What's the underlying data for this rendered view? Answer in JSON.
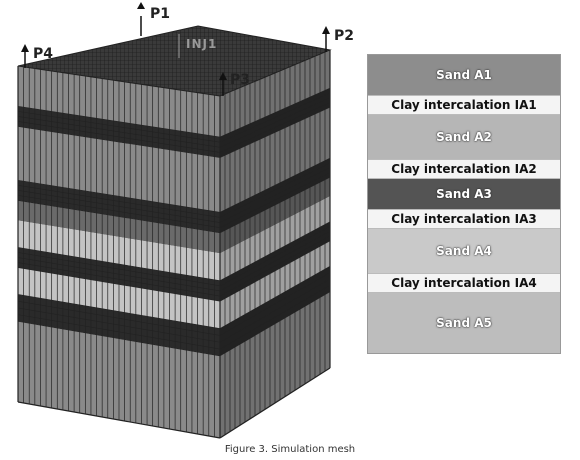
{
  "wells": [
    {
      "id": "p1",
      "label": "P1"
    },
    {
      "id": "p2",
      "label": "P2"
    },
    {
      "id": "p3",
      "label": "P3"
    },
    {
      "id": "p4",
      "label": "P4"
    }
  ],
  "marker": {
    "label": "INJ1"
  },
  "mesh_colors": {
    "top": "#3a3a3a",
    "dark_band": "#2a2a2a",
    "light_band": "#c4c4c4",
    "mid_band": "#8a8a8a",
    "grid_line": "#222222"
  },
  "legend": {
    "layers": [
      {
        "label": "Sand A1",
        "kind": "sand",
        "color": "#8d8d8d"
      },
      {
        "label": "Clay intercalation IA1",
        "kind": "clay",
        "color": "#f4f4f4"
      },
      {
        "label": "Sand A2",
        "kind": "sand",
        "color": "#b6b6b6"
      },
      {
        "label": "Clay intercalation IA2",
        "kind": "clay",
        "color": "#f4f4f4"
      },
      {
        "label": "Sand A3",
        "kind": "sand",
        "color": "#545454"
      },
      {
        "label": "Clay intercalation IA3",
        "kind": "clay",
        "color": "#f4f4f4"
      },
      {
        "label": "Sand A4",
        "kind": "sand",
        "color": "#c9c9c9"
      },
      {
        "label": "Clay intercalation IA4",
        "kind": "clay",
        "color": "#f4f4f4"
      },
      {
        "label": "Sand A5",
        "kind": "sand",
        "color": "#bdbdbd"
      }
    ]
  },
  "caption": "Figure 3. Simulation mesh"
}
